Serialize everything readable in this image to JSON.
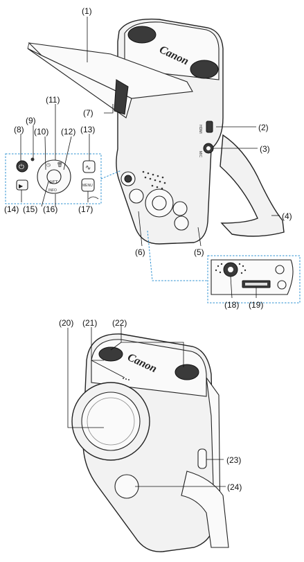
{
  "brand": "Canon",
  "port_labels": {
    "hdmi": "HDMI",
    "mic": "MIC"
  },
  "button_labels": {
    "info": "INFO",
    "set": "SET",
    "menu": "MENU"
  },
  "callouts": [
    "(1)",
    "(2)",
    "(3)",
    "(4)",
    "(5)",
    "(6)",
    "(7)",
    "(8)",
    "(9)",
    "(10)",
    "(11)",
    "(12)",
    "(13)",
    "(14)",
    "(15)",
    "(16)",
    "(17)",
    "(18)",
    "(19)",
    "(20)",
    "(21)",
    "(22)",
    "(23)",
    "(24)"
  ],
  "colors": {
    "highlight_box": "#2a8fd0",
    "lines": "#111111",
    "body_fill": "#f2f2f2"
  }
}
